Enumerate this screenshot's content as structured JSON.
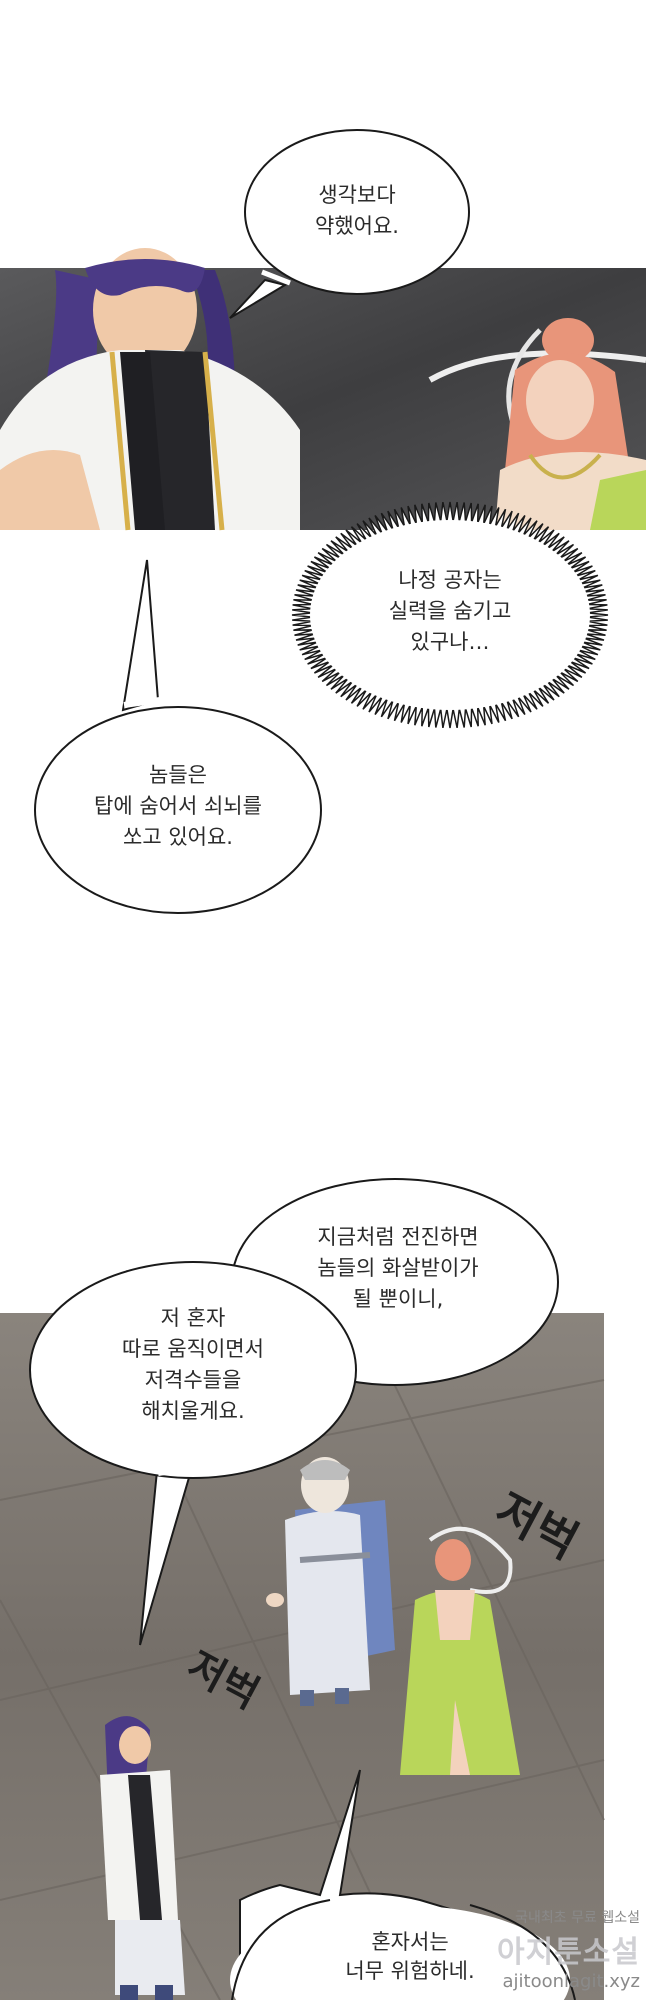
{
  "colors": {
    "panel1_bg": "#4a4a4c",
    "panel2_floor": "#7d7670",
    "bubble_fill": "#ffffff",
    "bubble_stroke": "#1a1a1a",
    "hero_hair": "#4b3a86",
    "lady_hair": "#e8957a",
    "lady_robe": "#b9d65a",
    "elder_robe": "#e4e7ee",
    "elder_cape": "#6f86bf"
  },
  "bubbles": {
    "b1": "생각보다\n약했어요.",
    "b2": "나정 공자는\n실력을 숨기고\n있구나…",
    "b3": "놈들은\n탑에 숨어서 쇠뇌를\n쏘고 있어요.",
    "b4": "지금처럼 전진하면\n놈들의 화살받이가\n될 뿐이니,",
    "b5": "저 혼자\n따로 움직이면서\n저격수들을\n해치울게요.",
    "b6": "혼자서는\n너무 위험하네."
  },
  "sfx": {
    "s1": "저벅",
    "s2": "저벅"
  },
  "watermark": {
    "line1": "국내최초 무료 웹소설",
    "line2": "아지툰소설",
    "line3": "ajitoonlagit.xyz"
  }
}
